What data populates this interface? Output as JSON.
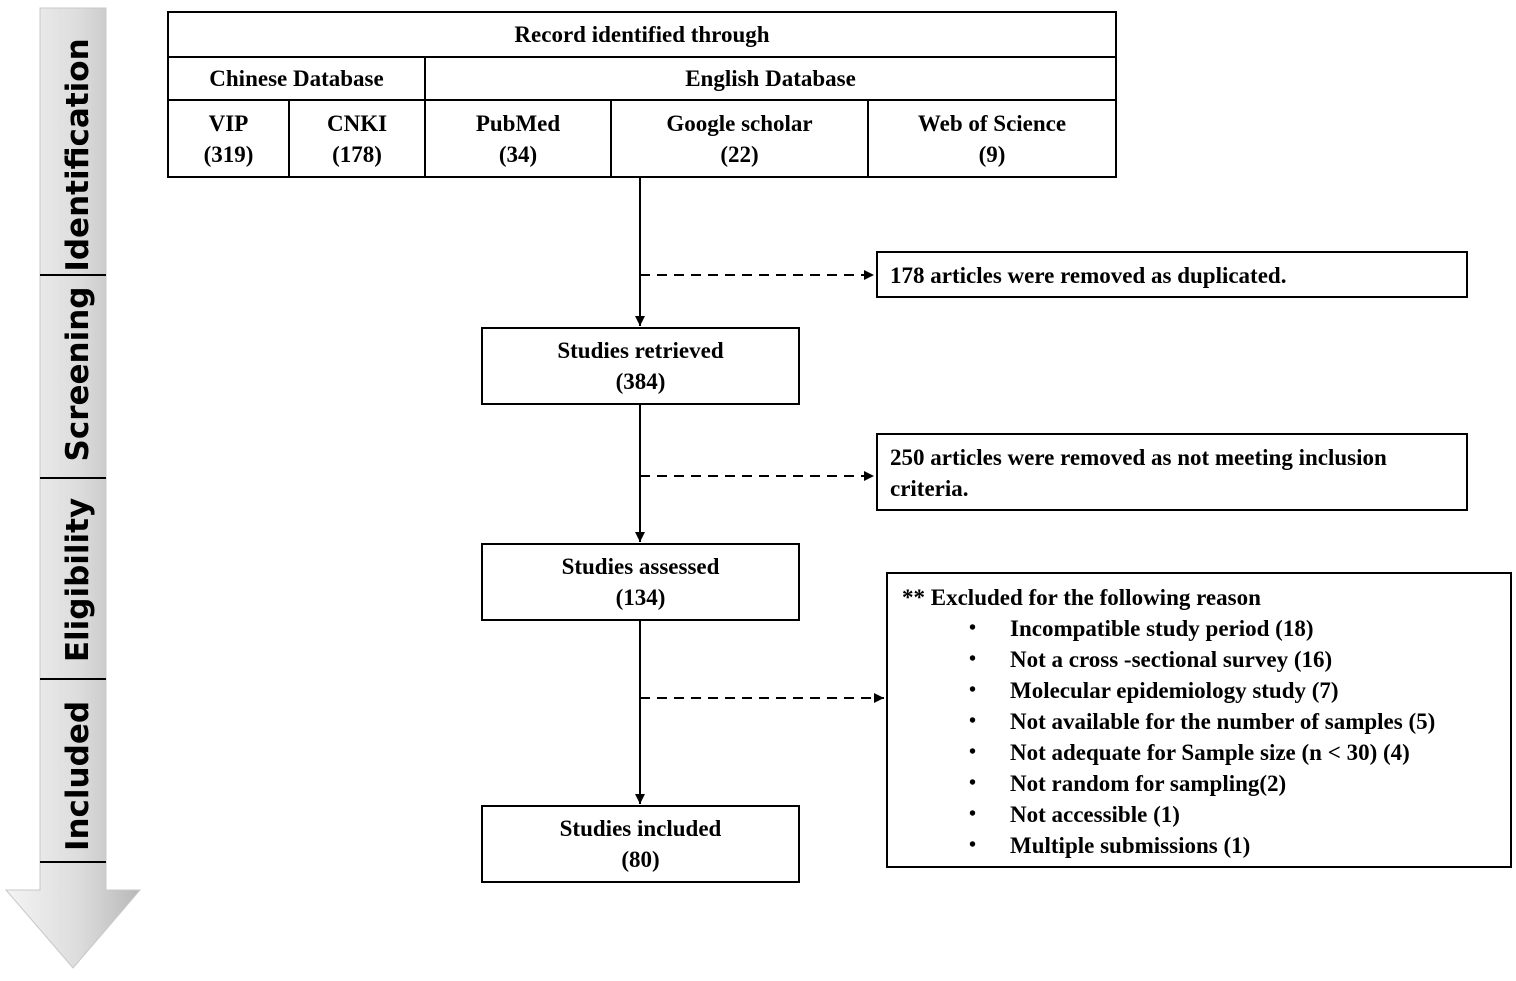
{
  "stages": [
    "Identification",
    "Screening",
    "Eligibility",
    "Included"
  ],
  "sources": {
    "header": "Record identified through",
    "chinese_label": "Chinese Database",
    "english_label": "English Database",
    "databases": [
      {
        "name": "VIP",
        "count": "(319)"
      },
      {
        "name": "CNKI",
        "count": "(178)"
      },
      {
        "name": "PubMed",
        "count": "(34)"
      },
      {
        "name": "Google scholar",
        "count": "(22)"
      },
      {
        "name": "Web of Science",
        "count": "(9)"
      }
    ]
  },
  "steps": {
    "retrieved": {
      "label": "Studies retrieved",
      "count": "(384)"
    },
    "assessed": {
      "label": "Studies assessed",
      "count": "(134)"
    },
    "included": {
      "label": "Studies included",
      "count": "(80)"
    }
  },
  "exclusions": {
    "duplicates": "178 articles were removed  as duplicated.",
    "inclusion_line1": "250 articles were  removed as not meeting inclusion",
    "inclusion_line2": "criteria.",
    "reasons_title": "** Excluded for the following reason",
    "bullet": "•",
    "reasons": [
      "Incompatible study period  (18)",
      "Not a cross -sectional survey (16)",
      "Molecular epidemiology study (7)",
      "Not available for the number of samples   (5)",
      "Not adequate for Sample size    (n < 30) (4)",
      "Not random for sampling(2)",
      "Not accessible (1)",
      "Multiple submissions (1)"
    ]
  },
  "colors": {
    "arrow_fill_light": "#eeeeee",
    "arrow_fill_dark": "#bdbdbd",
    "line": "#000000"
  }
}
